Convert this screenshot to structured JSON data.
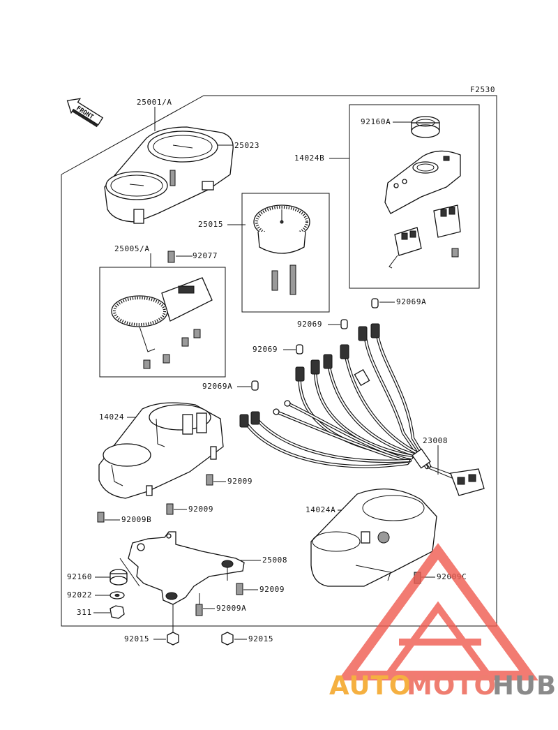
{
  "figure_code": "F2530",
  "front_label": "FRONT",
  "parts": {
    "p25001A": "25001/A",
    "p25023": "25023",
    "p14024B": "14024B",
    "p92160A": "92160A",
    "p25015": "25015",
    "p25005A": "25005/A",
    "p92077": "92077",
    "p92069A_top": "92069A",
    "p92069_a": "92069",
    "p92069_b": "92069",
    "p92069A_left": "92069A",
    "p14024": "14024",
    "p23008": "23008",
    "p92009_a": "92009",
    "p92009_b": "92009",
    "p92009B": "92009B",
    "p14024A": "14024A",
    "p25008": "25008",
    "p92160": "92160",
    "p92009C": "92009C",
    "p92009_c": "92009",
    "p92022": "92022",
    "p92009A": "92009A",
    "p311": "311",
    "p92015_a": "92015",
    "p92015_b": "92015"
  },
  "watermark": {
    "part1": "AUTO",
    "part2": "MOTO",
    "part3": "HUB",
    "color1": "#f5b041",
    "color2": "#ef7d70",
    "color3": "#8a8a8a",
    "logo_color": "#ef5b50"
  }
}
